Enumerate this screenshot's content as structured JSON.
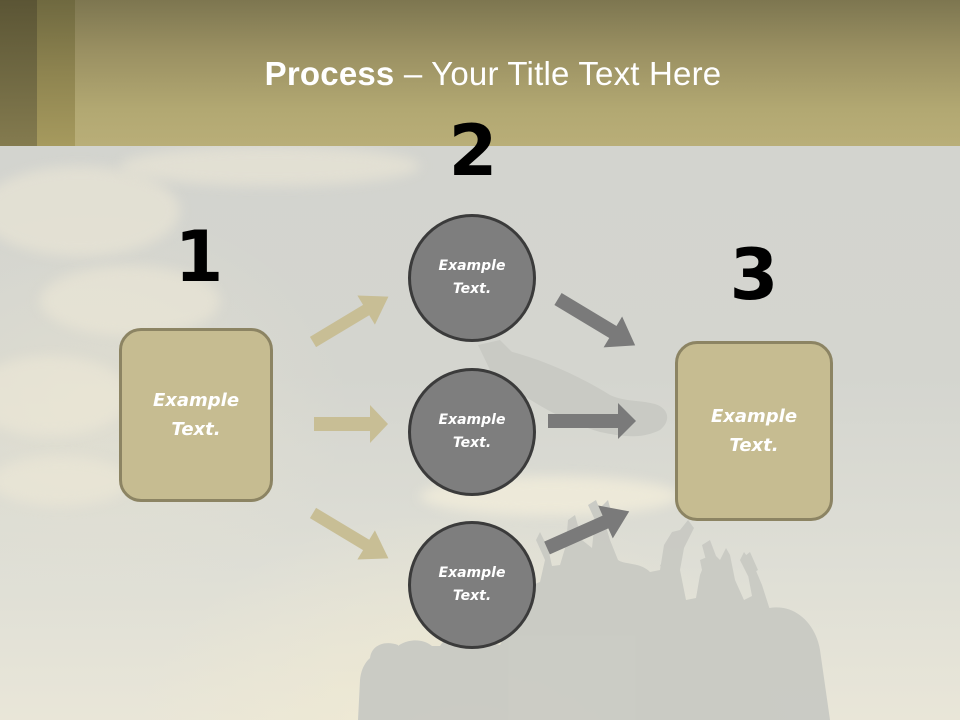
{
  "slide": {
    "title_bold": "Process",
    "title_rest": " – Your Title Text Here"
  },
  "steps": [
    {
      "number": "1",
      "label": "Example Text."
    },
    {
      "number": "2",
      "label": "Example Text."
    },
    {
      "number": "3",
      "label": "Example Text."
    }
  ],
  "nodes": {
    "box_left": {
      "line1": "Example",
      "line2": "Text."
    },
    "circle_top": {
      "line1": "Example",
      "line2": "Text."
    },
    "circle_middle": {
      "line1": "Example",
      "line2": "Text."
    },
    "circle_bottom": {
      "line1": "Example",
      "line2": "Text."
    },
    "box_right": {
      "line1": "Example",
      "line2": "Text."
    }
  },
  "arrows": {
    "left_group": [
      "up-right",
      "right",
      "down-right"
    ],
    "right_group": [
      "down-right",
      "right",
      "up-right"
    ]
  },
  "colors": {
    "header_top": "#7d7650",
    "header_bottom": "#b9ae78",
    "box_fill": "#c6bc91",
    "box_border": "#8c8463",
    "circle_fill": "#7e7e7e",
    "circle_border": "#3b3b3b",
    "arrow_tan": "#c8be95",
    "arrow_gray": "#7a7a7a",
    "title_text": "#ffffff",
    "number_text": "#000000"
  }
}
